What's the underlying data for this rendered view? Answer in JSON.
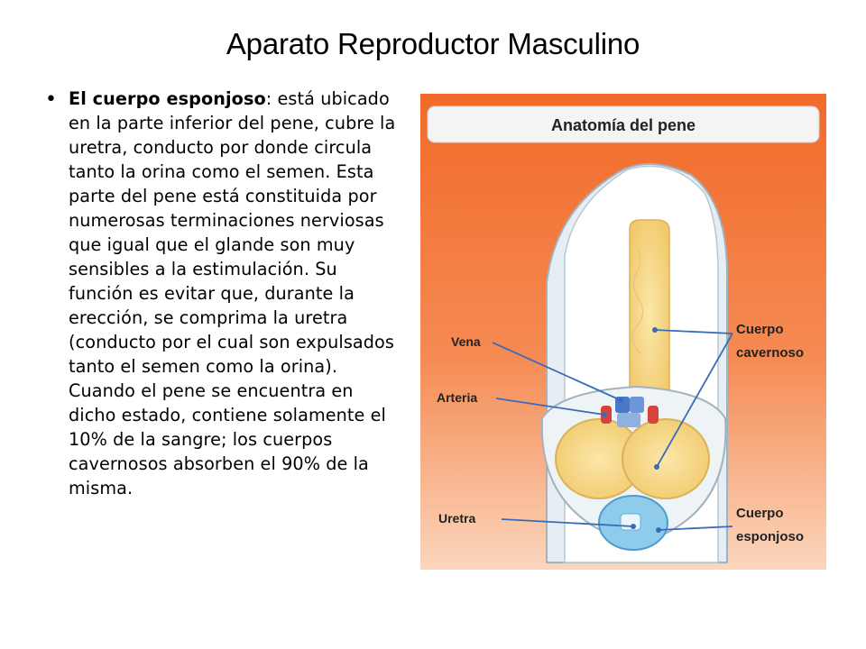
{
  "slide": {
    "title": "Aparato Reproductor Masculino",
    "bullet": {
      "lead": "El cuerpo esponjoso",
      "body": ": está ubicado en la parte inferior del pene, cubre la uretra, conducto por donde circula tanto la orina como el semen. Esta parte del pene está constituida por numerosas terminaciones nerviosas que igual que el glande son muy sensibles a la estimulación. Su función es evitar que, durante la erección, se comprima la uretra (conducto por el cual son expulsados tanto el semen como la orina). Cuando el pene se encuentra en dicho estado, contiene solamente el 10% de la sangre; los cuerpos cavernosos absorben el 90% de la misma."
    }
  },
  "figure": {
    "title": "Anatomía del pene",
    "labels": {
      "vena": "Vena",
      "arteria": "Arteria",
      "uretra": "Uretra",
      "cavernoso_1": "Cuerpo",
      "cavernoso_2": "cavernoso",
      "esponjoso_1": "Cuerpo",
      "esponjoso_2": "esponjoso"
    },
    "colors": {
      "background_orange": "#f26a2a",
      "background_light": "#f7a678",
      "cavernous_yellow": "#f7d98a",
      "spongy_blue": "#8fcbea",
      "vein_blue": "#4a78c8",
      "artery_red": "#d9413a"
    }
  }
}
